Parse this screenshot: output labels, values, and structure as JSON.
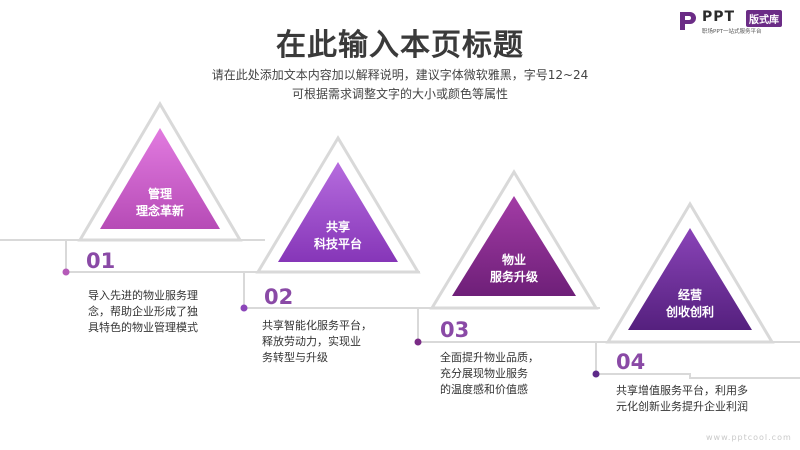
{
  "title": "在此输入本页标题",
  "subtitle": {
    "line1": "请在此处添加文本内容加以解释说明，建议字体微软雅黑，字号12~24",
    "line2": "可根据需求调整文字的大小或颜色等属性"
  },
  "logo": {
    "name": "PPT",
    "badge": "版式库",
    "tagline": "职场PPT一站式服务平台"
  },
  "steps": [
    {
      "number": "01",
      "label_line1": "管理",
      "label_line2": "理念革新",
      "desc": [
        "导入先进的物业服务理",
        "念，帮助企业形成了独",
        "具特色的物业管理模式"
      ]
    },
    {
      "number": "02",
      "label_line1": "共享",
      "label_line2": "科技平台",
      "desc": [
        "共享智能化服务平台，",
        "释放劳动力，实现业",
        "务转型与升级"
      ]
    },
    {
      "number": "03",
      "label_line1": "物业",
      "label_line2": "服务升级",
      "desc": [
        "全面提升物业品质，",
        "充分展现物业服务",
        "的温度感和价值感"
      ]
    },
    {
      "number": "04",
      "label_line1": "经营",
      "label_line2": "创收创利",
      "desc": [
        "共享增值服务平台，利用多",
        "元化创新业务提升企业利润"
      ]
    }
  ],
  "colors": {
    "step1": "#c45cc0",
    "step2": "#9a47c4",
    "step3": "#8a2e8e",
    "step4": "#6a2c98",
    "line": "#d9d9d9"
  },
  "watermark": "www.pptcool.com"
}
